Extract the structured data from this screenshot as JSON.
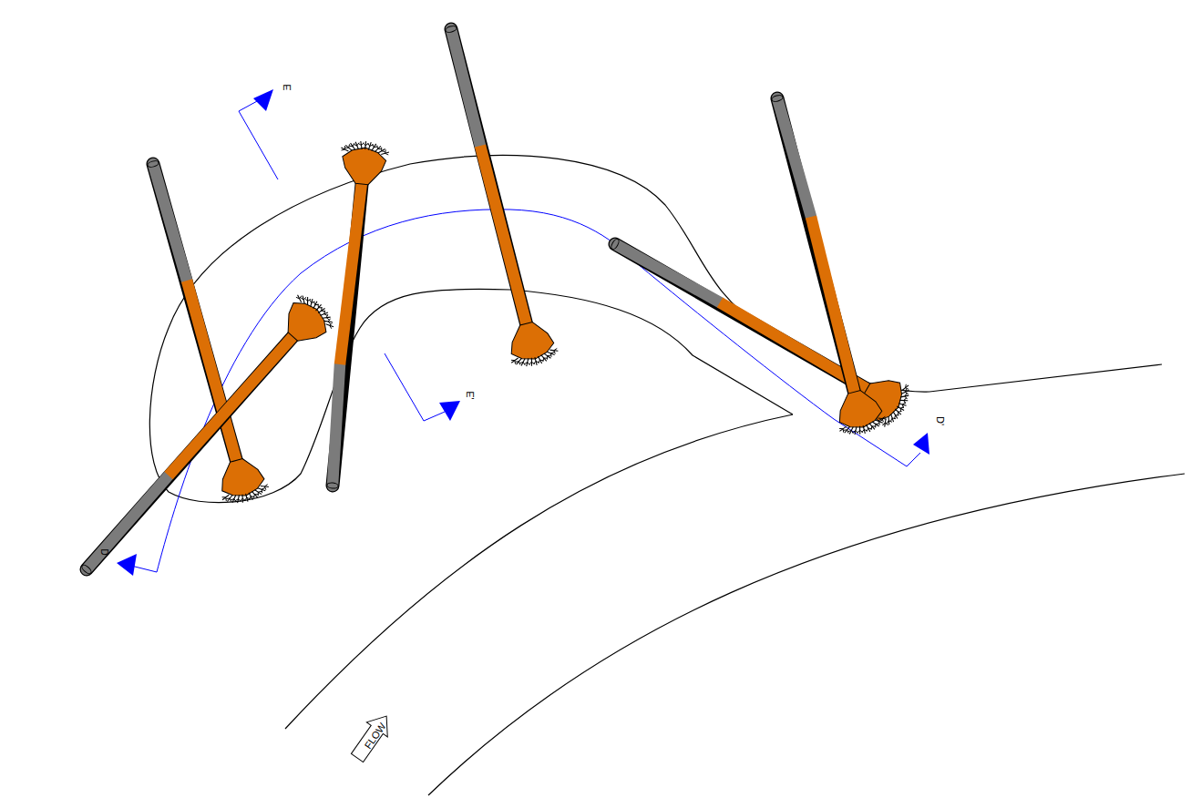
{
  "diagram": {
    "labels": [
      "E",
      "E'",
      "D'",
      "D",
      "FLOW"
    ]
  }
}
